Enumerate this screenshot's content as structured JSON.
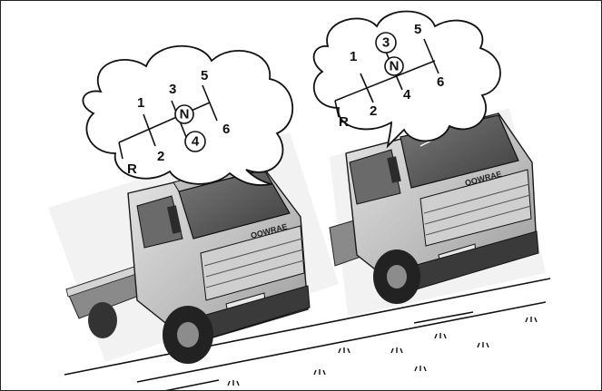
{
  "figure": {
    "truck_left": {
      "grille_brand": "OOWRAE",
      "shift_pattern": {
        "reverse": "R",
        "gear1": "1",
        "gear2": "2",
        "gear3": "3",
        "gear4": "4",
        "gear5": "5",
        "gear6": "6",
        "neutral": "N",
        "highlighted_gear": "4"
      }
    },
    "truck_right": {
      "grille_brand": "OOWRAE",
      "shift_pattern": {
        "reverse": "R",
        "gear1": "1",
        "gear2": "2",
        "gear3": "3",
        "gear4": "4",
        "gear5": "5",
        "gear6": "6",
        "neutral": "N",
        "highlighted_gear": "3"
      }
    }
  }
}
